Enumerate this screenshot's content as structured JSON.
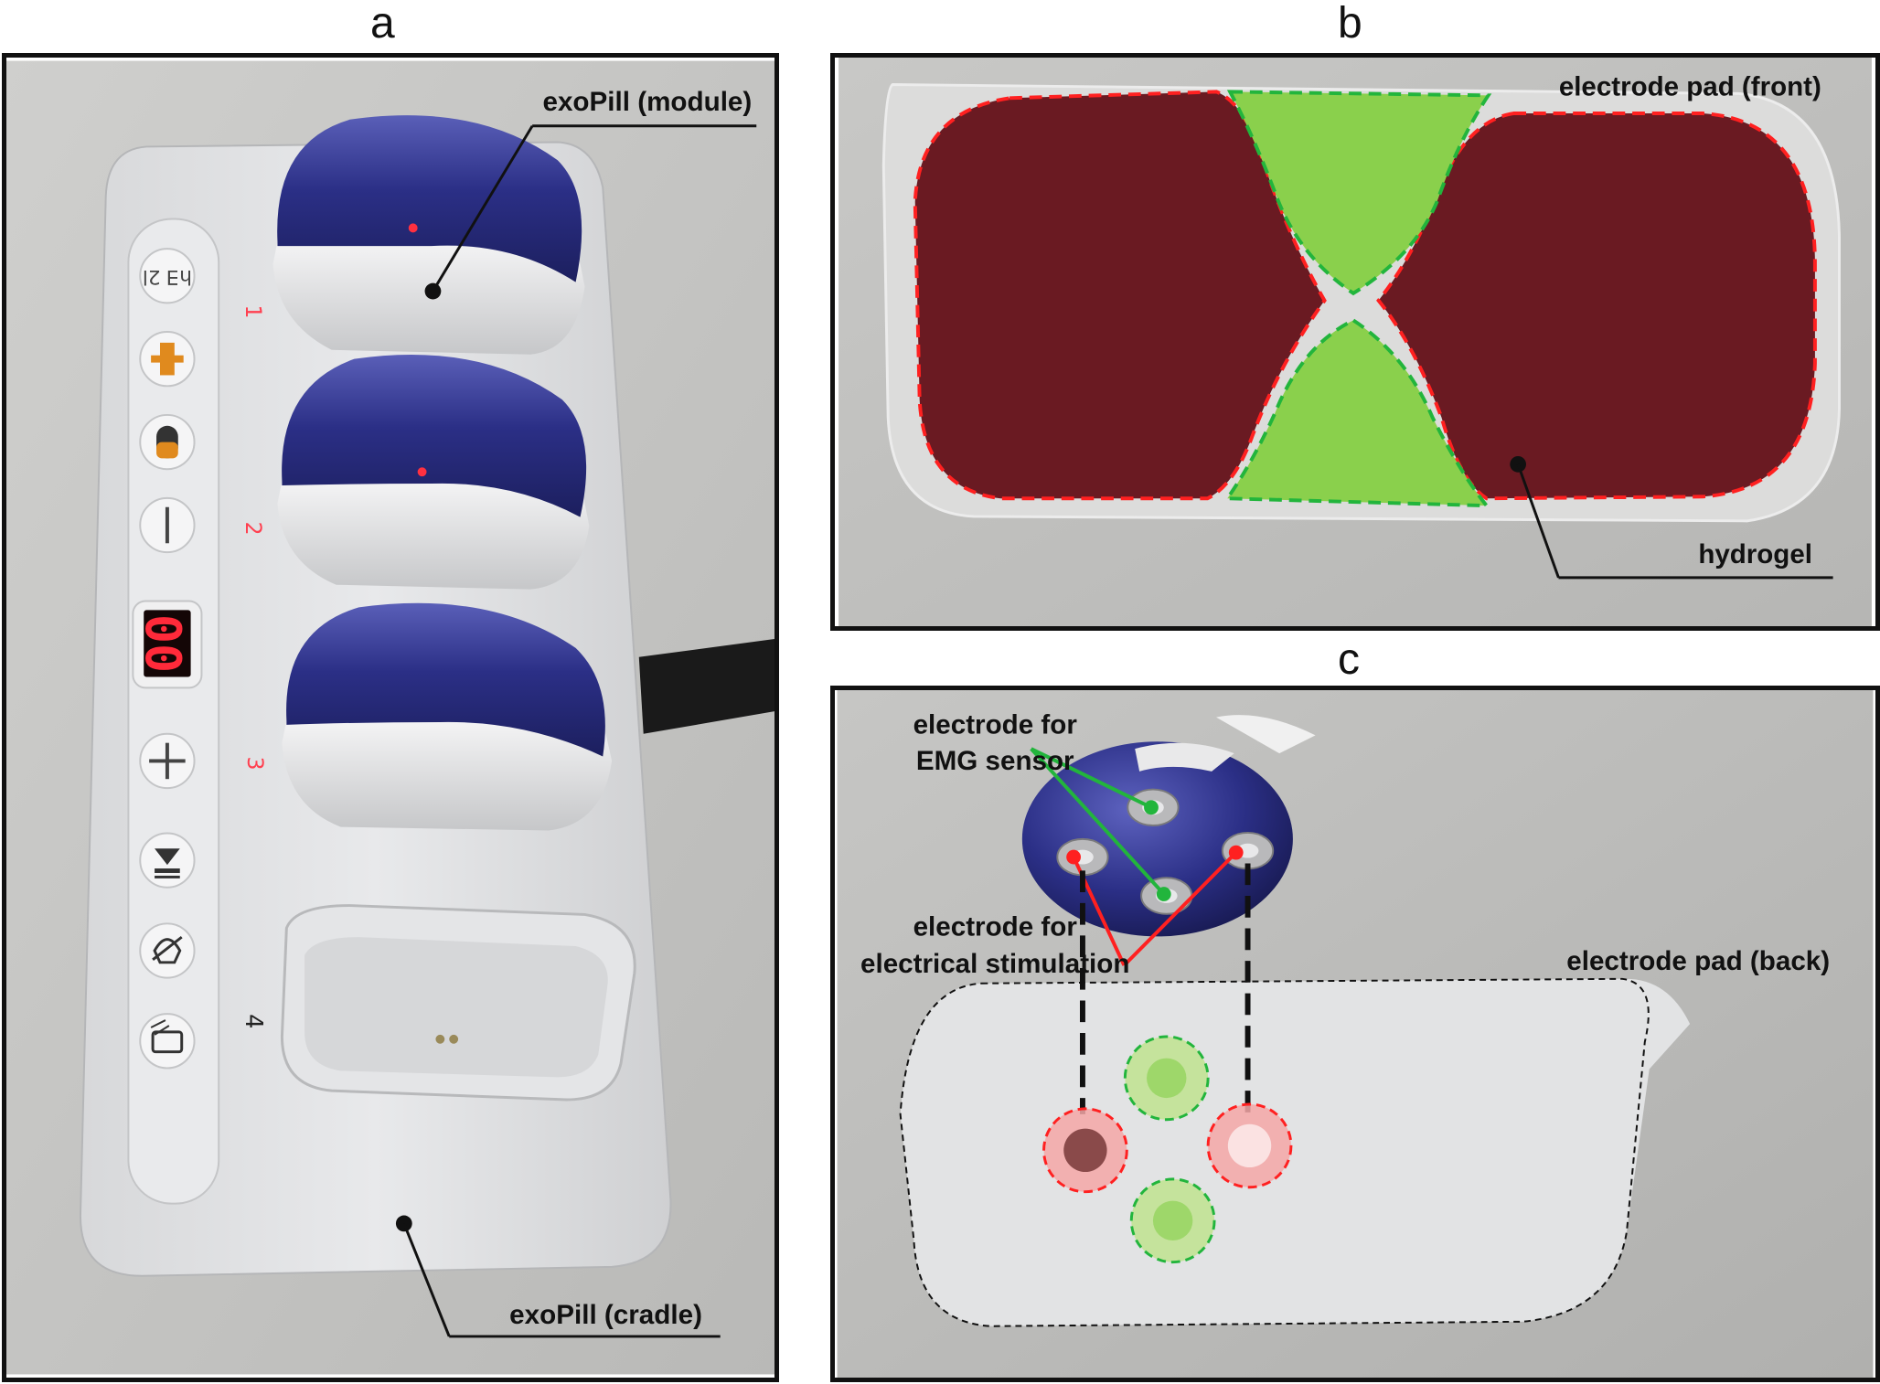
{
  "panels": {
    "a": {
      "letter": "a",
      "module_label": "exoPill (module)",
      "cradle_label": "exoPill (cradle)",
      "display_value": "00",
      "slot_numbers": [
        "1",
        "2",
        "3",
        "4"
      ]
    },
    "b": {
      "letter": "b",
      "pad_front_label": "electrode pad (front)",
      "hydrogel_label": "hydrogel"
    },
    "c": {
      "letter": "c",
      "emg_label_line1": "electrode for",
      "emg_label_line2": "EMG sensor",
      "stim_label_line1": "electrode for",
      "stim_label_line2": "electrical stimulation",
      "pad_back_label": "electrode pad (back)"
    }
  },
  "colors": {
    "frame": "#111111",
    "background_gray": "#c9c9c7",
    "module_blue": "#2b2f86",
    "hydrogel_red": "#6a1a22",
    "highlight_red": "#ff2020",
    "highlight_green": "#22b53c",
    "green_fill": "#8ad04c",
    "led_red": "#ff2a3a"
  }
}
